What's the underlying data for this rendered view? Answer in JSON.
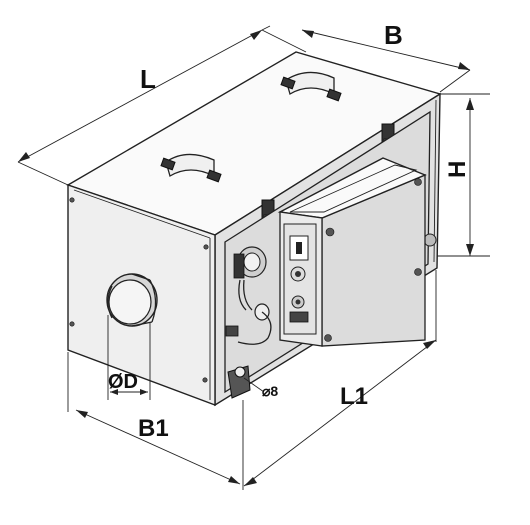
{
  "dimensions": {
    "length": "L",
    "width": "B",
    "height": "H",
    "diameter": "ØD",
    "width_1": "B1",
    "length_1": "L1",
    "hole": "⌀8"
  },
  "colors": {
    "stroke": "#222222",
    "background": "#ffffff"
  }
}
